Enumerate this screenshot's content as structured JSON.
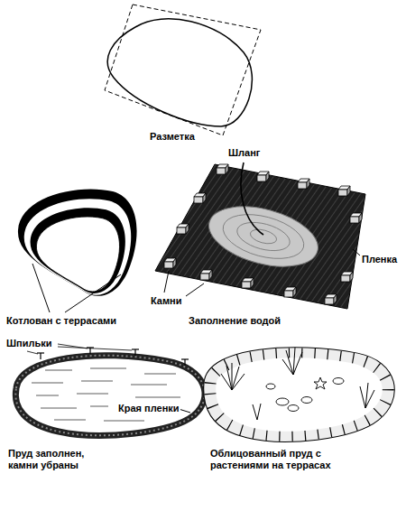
{
  "diagram": {
    "labels": [
      "Разметка",
      "Шланг",
      "Пленка",
      "Камни",
      "Котлован с террасами",
      "Заполнение водой",
      "Шпильки",
      "Края пленки",
      "Пруд заполнен, камни убраны",
      "Облицованный пруд с растениями на террасах"
    ]
  }
}
